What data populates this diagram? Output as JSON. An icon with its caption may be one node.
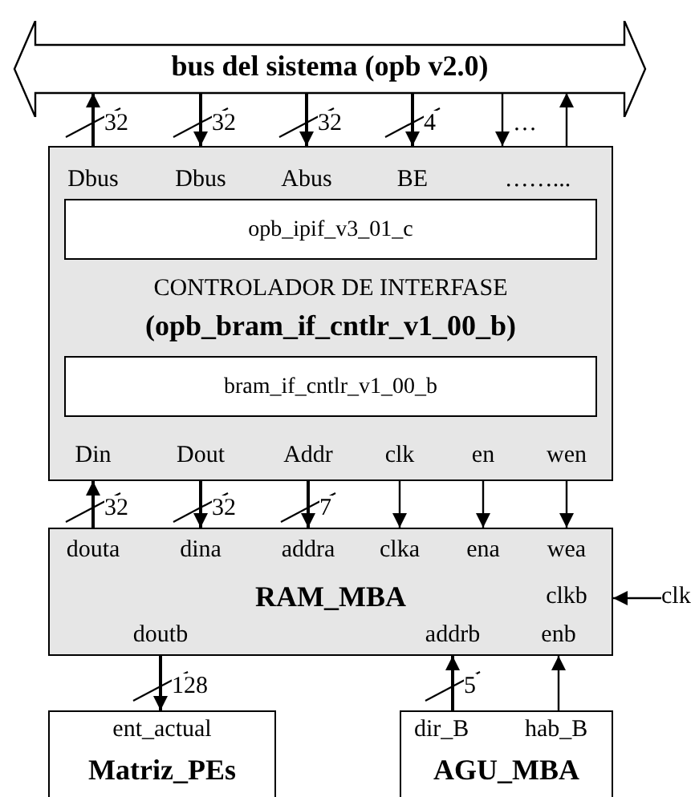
{
  "diagram": {
    "nodes": [
      {
        "text": [
          "bus del sistema (opb v2.0)"
        ]
      },
      {
        "text": [
          "CONTROLADOR DE INTERFASE",
          "(opb_bram_if_cntlr_v1_00_b)"
        ]
      },
      {
        "text": [
          "opb_ipif_v3_01_c"
        ],
        "in": 1
      },
      {
        "text": [
          "bram_if_cntlr_v1_00_b"
        ],
        "in": 1
      },
      {
        "text": [
          "RAM_MBA"
        ]
      },
      {
        "text": [
          "ent_actual",
          "Matriz_PEs"
        ]
      },
      {
        "text": [
          "dir_B",
          "hab_B",
          "AGU_MBA"
        ]
      },
      {
        "text": [
          "clk"
        ]
      }
    ],
    "edges": [
      {
        "from": 1,
        "to": 0,
        "arrow": "to",
        "label": "32"
      },
      {
        "from": 0,
        "to": 1,
        "arrow": "to",
        "label": "32"
      },
      {
        "from": 0,
        "to": 1,
        "arrow": "to",
        "label": "32"
      },
      {
        "from": 0,
        "to": 1,
        "arrow": "to",
        "label": "4"
      },
      {
        "from": 0,
        "to": 1,
        "arrow": "to"
      },
      {
        "from": 1,
        "to": 0,
        "arrow": "to"
      },
      {
        "from": 4,
        "to": 1,
        "arrow": "to",
        "label": "32"
      },
      {
        "from": 1,
        "to": 4,
        "arrow": "to",
        "label": "32"
      },
      {
        "from": 1,
        "to": 4,
        "arrow": "to",
        "label": "7"
      },
      {
        "from": 1,
        "to": 4,
        "arrow": "to"
      },
      {
        "from": 1,
        "to": 4,
        "arrow": "to"
      },
      {
        "from": 1,
        "to": 4,
        "arrow": "to"
      },
      {
        "from": 7,
        "to": 4,
        "arrow": "to"
      },
      {
        "from": 4,
        "to": 5,
        "arrow": "to",
        "label": "128"
      },
      {
        "from": 6,
        "to": 4,
        "arrow": "to",
        "label": "5"
      },
      {
        "from": 6,
        "to": 4,
        "arrow": "to"
      }
    ],
    "labels": [
      "…",
      "Dbus",
      "Dbus",
      "Abus",
      "BE",
      "……...",
      "Din",
      "Dout",
      "Addr",
      "clk",
      "en",
      "wen",
      "douta",
      "dina",
      "addra",
      "clka",
      "ena",
      "wea",
      "clkb",
      "doutb",
      "addrb",
      "enb"
    ]
  }
}
